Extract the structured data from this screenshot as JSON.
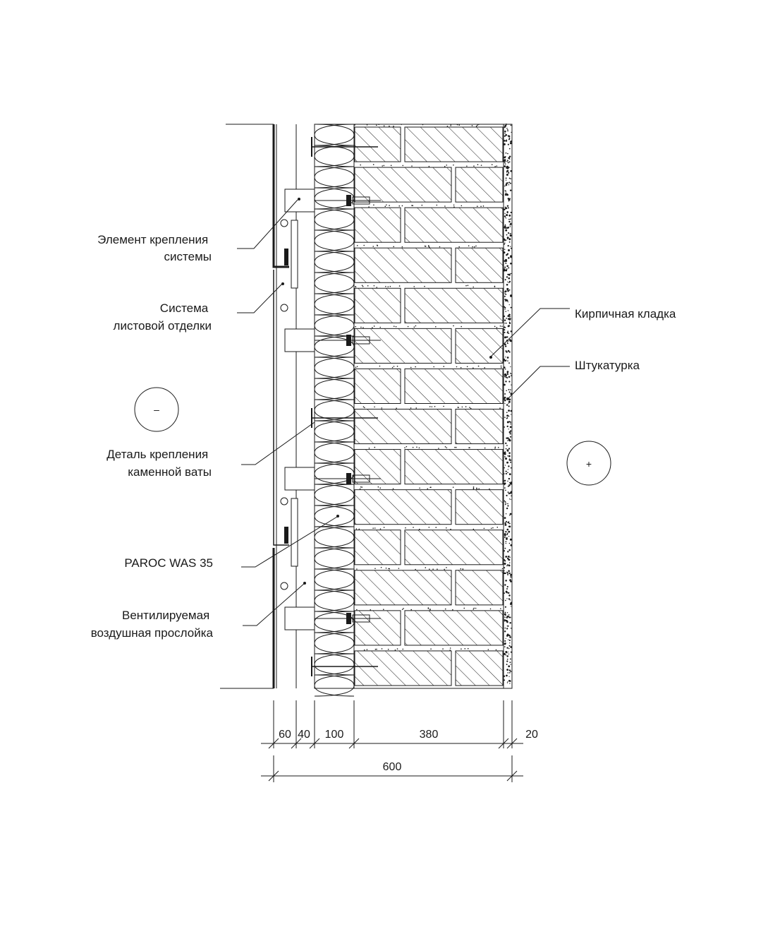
{
  "labels": {
    "fastening_element": [
      "Элемент крепления",
      "системы"
    ],
    "sheet_system": [
      "Система",
      "листовой отделки"
    ],
    "wool_fastener": [
      "Деталь крепления",
      "каменной ваты"
    ],
    "paroc": [
      "PAROC WAS 35"
    ],
    "air_gap": [
      "Вентилируемая",
      "воздушная прослойка"
    ],
    "brickwork": [
      "Кирпичная кладка"
    ],
    "plaster": [
      "Штукатурка"
    ]
  },
  "pressure_signs": {
    "negative": "–",
    "positive": "+"
  },
  "dimensions": {
    "layers": [
      "60",
      "40",
      "100",
      "380",
      "20"
    ],
    "total": "600"
  }
}
